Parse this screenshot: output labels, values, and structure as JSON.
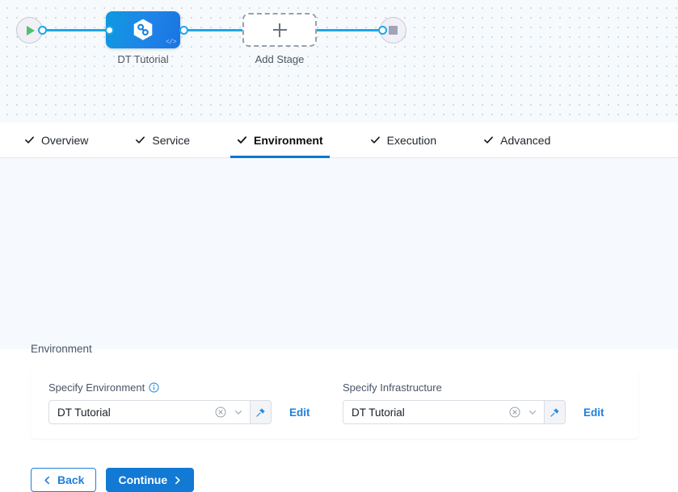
{
  "pipeline": {
    "start_node": {
      "name": "start-node",
      "icon": "play-icon"
    },
    "end_node": {
      "name": "end-node",
      "icon": "stop-icon"
    },
    "stage": {
      "label": "DT Tutorial",
      "icon": "hexagon-link-icon",
      "badge": "</>"
    },
    "add_stage": {
      "label": "Add Stage",
      "icon": "plus-icon"
    }
  },
  "tabs": [
    {
      "label": "Overview",
      "icon": "check-icon",
      "active": false
    },
    {
      "label": "Service",
      "icon": "check-icon",
      "active": false
    },
    {
      "label": "Environment",
      "icon": "check-icon",
      "active": true
    },
    {
      "label": "Execution",
      "icon": "check-icon",
      "active": false
    },
    {
      "label": "Advanced",
      "icon": "check-icon",
      "active": false
    }
  ],
  "content": {
    "section_title": "Environment",
    "fields": [
      {
        "label": "Specify Environment",
        "info_icon": "info-icon",
        "value": "DT Tutorial",
        "clear_icon": "clear-circle-icon",
        "chevron_icon": "chevron-down-icon",
        "pin_icon": "pin-icon",
        "edit_label": "Edit"
      },
      {
        "label": "Specify Infrastructure",
        "value": "DT Tutorial",
        "clear_icon": "clear-circle-icon",
        "chevron_icon": "chevron-down-icon",
        "pin_icon": "pin-icon",
        "edit_label": "Edit"
      }
    ]
  },
  "footer": {
    "back_label": "Back",
    "continue_label": "Continue"
  },
  "colors": {
    "accent_blue": "#1279d4",
    "link_blue": "#1f7fdb",
    "edge_blue": "#1fa7e8",
    "play_green": "#4dc16e",
    "canvas_bg": "#f7fafc",
    "content_bg": "#f6f9fd"
  }
}
